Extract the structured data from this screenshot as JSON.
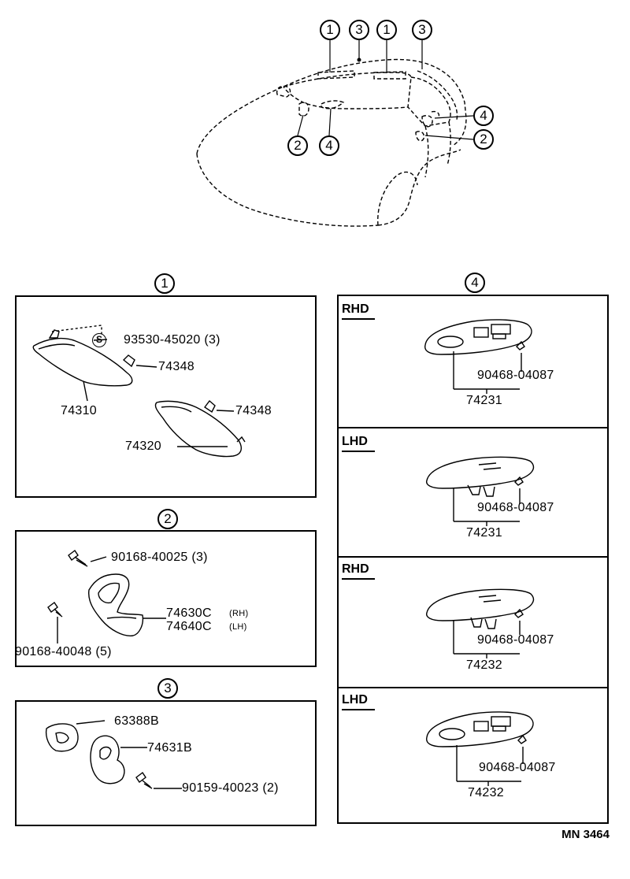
{
  "overview": {
    "callouts": [
      "1",
      "3",
      "1",
      "3",
      "4",
      "2",
      "2",
      "4"
    ]
  },
  "section1": {
    "number": "1",
    "s_mark": "S",
    "parts": {
      "p1": "93530-45020 (3)",
      "p2": "74348",
      "p3": "74310",
      "p4": "74348",
      "p5": "74320"
    }
  },
  "section2": {
    "number": "2",
    "parts": {
      "screw1": "90168-40025 (3)",
      "screw2": "90168-40048 (5)",
      "rh_part": "74630C",
      "rh_tag": "(RH)",
      "lh_part": "74640C",
      "lh_tag": "(LH)"
    }
  },
  "section3": {
    "number": "3",
    "parts": {
      "p1": "63388B",
      "p2": "74631B",
      "p3": "90159-40023 (2)"
    }
  },
  "section4": {
    "number": "4",
    "variants": [
      {
        "hd": "RHD",
        "clip": "90468-04087",
        "assy": "74231"
      },
      {
        "hd": "LHD",
        "clip": "90468-04087",
        "assy": "74231"
      },
      {
        "hd": "RHD",
        "clip": "90468-04087",
        "assy": "74232"
      },
      {
        "hd": "LHD",
        "clip": "90468-04087",
        "assy": "74232"
      }
    ]
  },
  "footer": {
    "code": "MN 3464"
  }
}
